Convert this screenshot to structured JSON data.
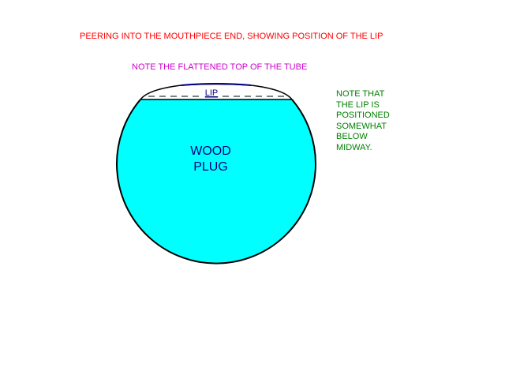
{
  "captions": {
    "title": "PEERING INTO THE MOUTHPIECE END, SHOWING POSITION OF THE LIP",
    "top_note": "NOTE THE FLATTENED TOP OF THE TUBE",
    "side_note": [
      "NOTE THAT",
      "THE LIP IS",
      "POSITIONED",
      "SOMEWHAT",
      "BELOW",
      "MIDWAY."
    ]
  },
  "diagram": {
    "lip_label": "LIP",
    "plug_label": [
      "WOOD",
      "PLUG"
    ]
  },
  "colors": {
    "title": "#ff0000",
    "top_note": "#cc00cc",
    "side_note": "#008000",
    "plug_fill": "#00ffff",
    "plug_text": "#000080",
    "lip_text": "#000080",
    "lip_stroke": "#000080",
    "outline": "#000000"
  }
}
